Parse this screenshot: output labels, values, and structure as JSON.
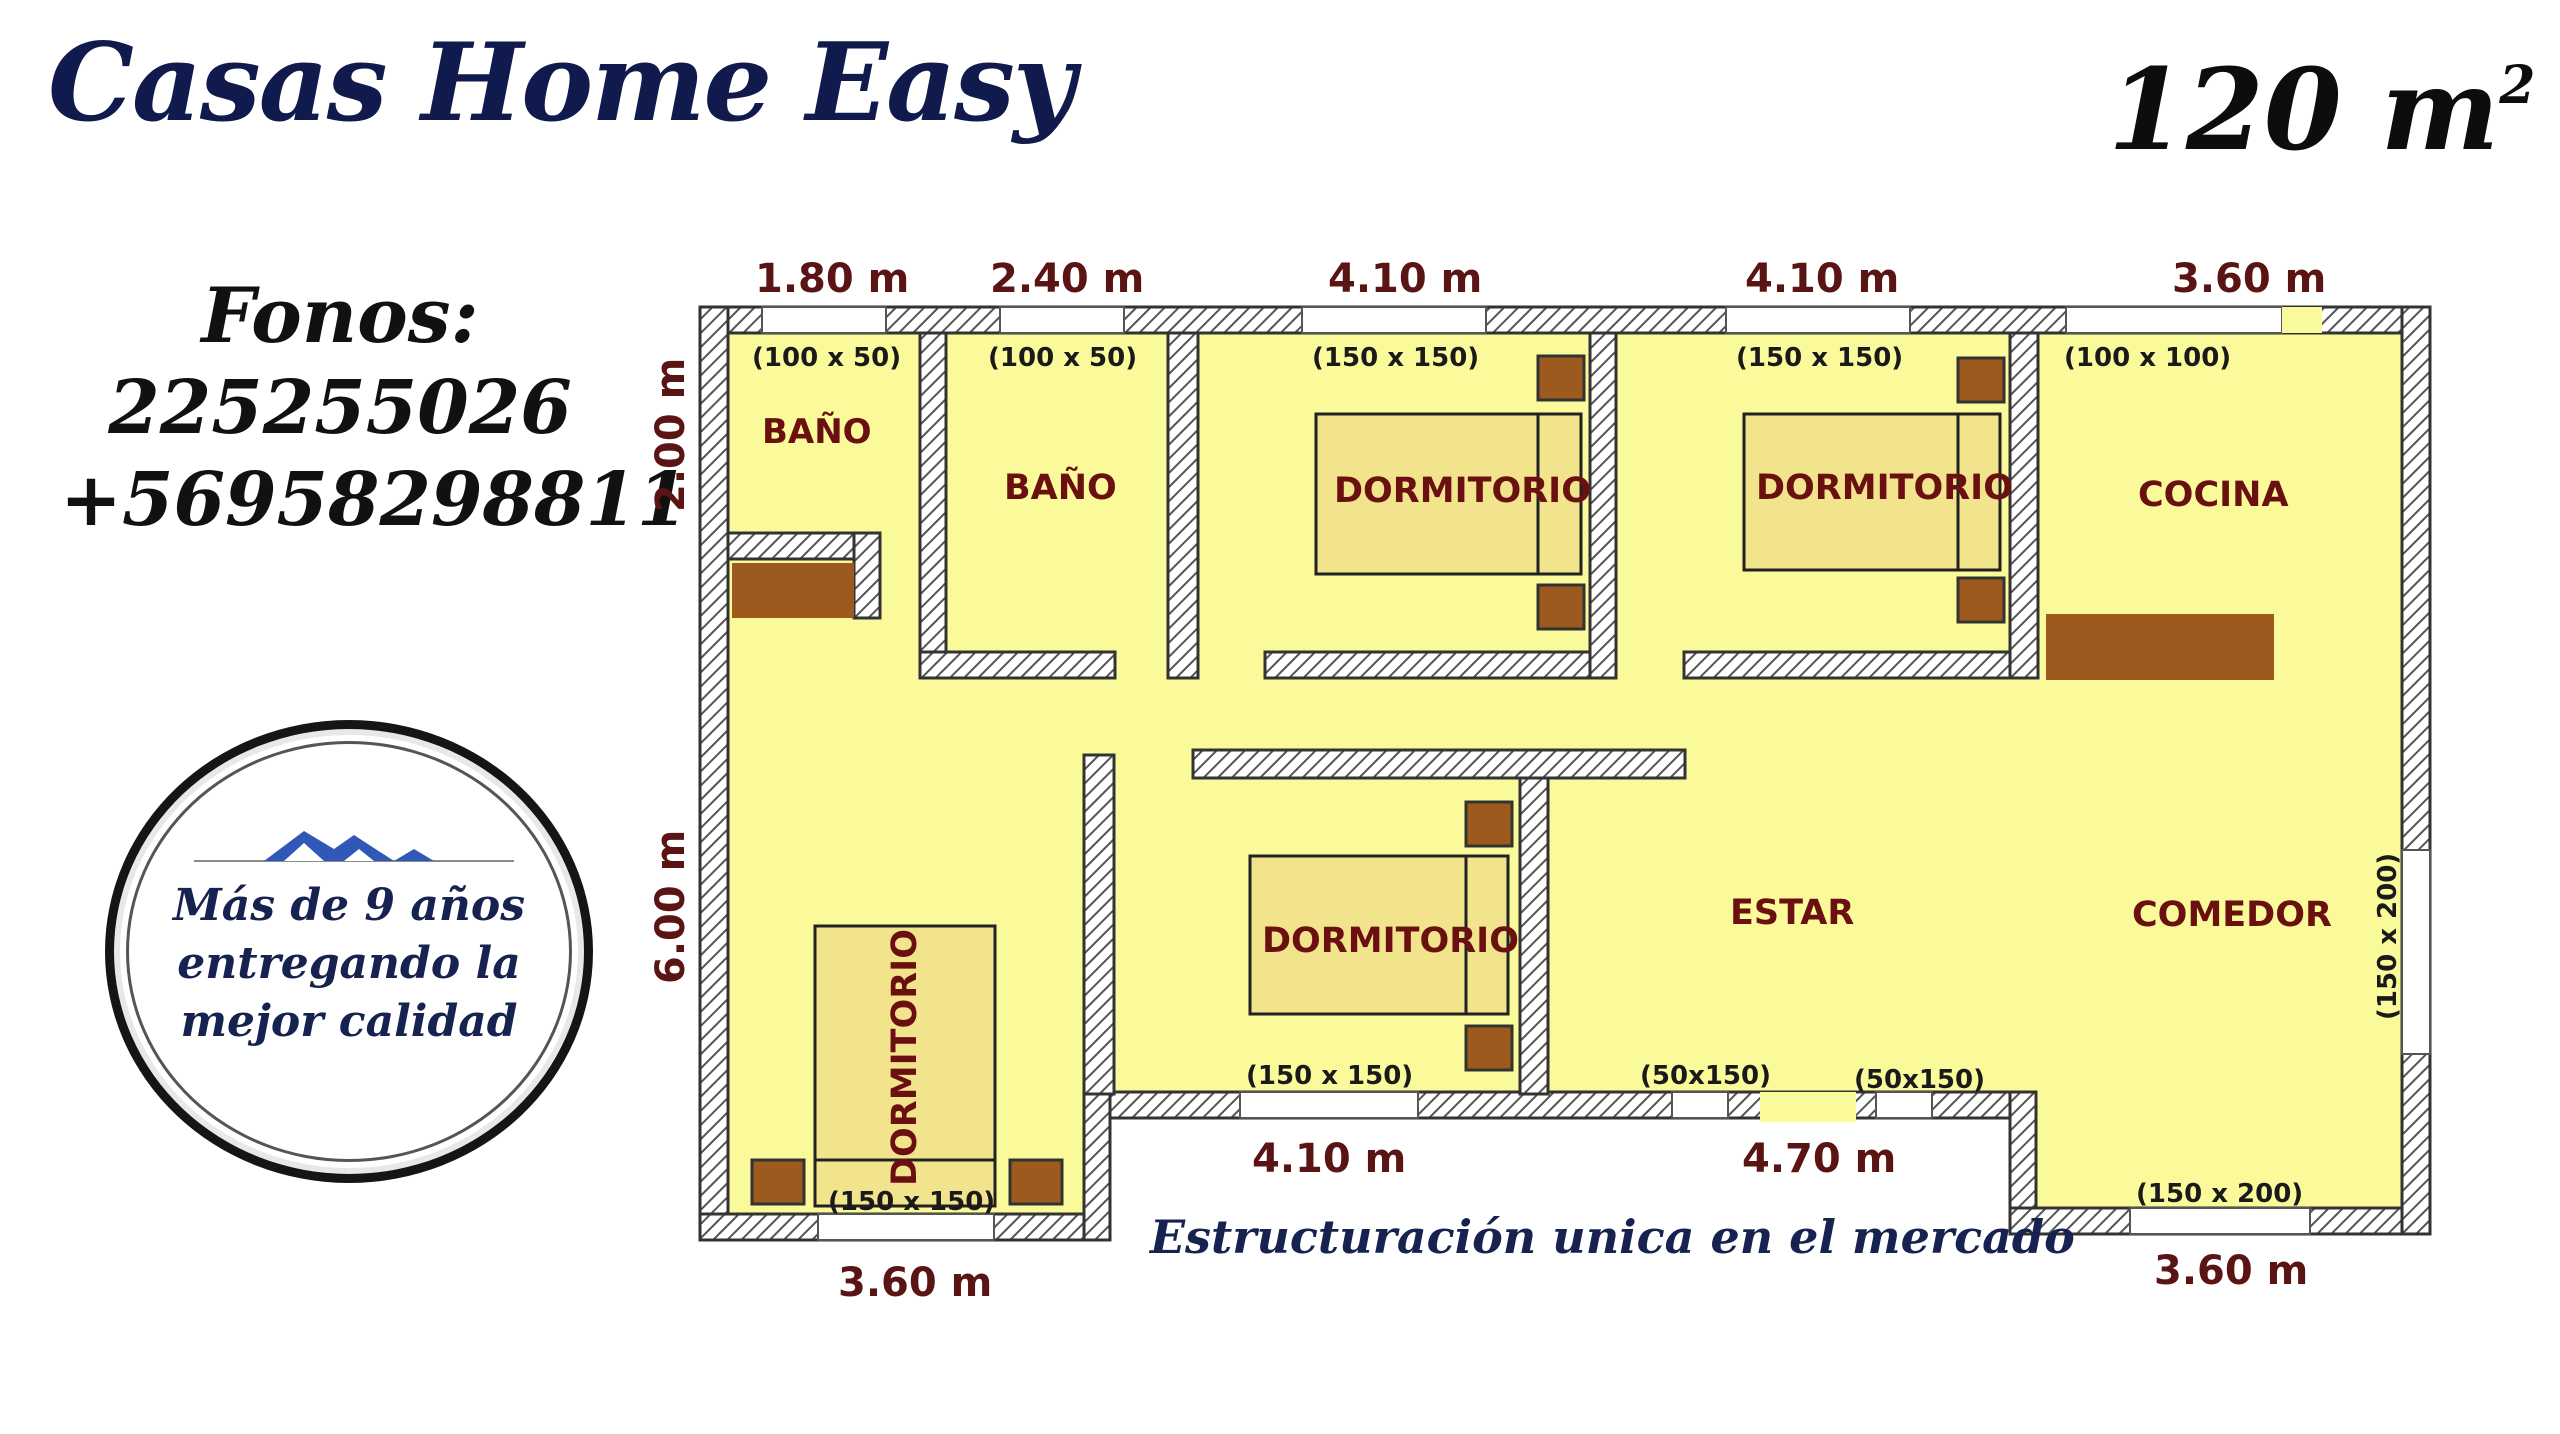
{
  "brand": {
    "title": "Casas Home Easy"
  },
  "area": {
    "value": "120 m",
    "unit_sup": "2"
  },
  "contact": {
    "label": "Fonos:",
    "phone_1": "225255026",
    "phone_2": "+56958298811"
  },
  "badge": {
    "line_1": "Más de 9 años",
    "line_2": "entregando la",
    "line_3": "mejor calidad"
  },
  "tagline": "Estructuración unica en el mercado",
  "floor_plan": {
    "colors": {
      "floor": "#fafa9a",
      "wall_hatch": "#555555",
      "bed": "#f2e48c",
      "furniture": "#9c5a1e"
    },
    "dimensions": {
      "top_1": "1.80 m",
      "top_2": "2.40 m",
      "top_3": "4.10 m",
      "top_4": "4.10 m",
      "top_5": "3.60 m",
      "left_top": "2.00 m",
      "left_bottom": "6.00 m",
      "bottom_1": "3.60 m",
      "bottom_2": "4.10 m",
      "bottom_3": "4.70 m",
      "bottom_4": "3.60 m"
    },
    "openings": {
      "w_bano_1": "(100 x 50)",
      "w_bano_2": "(100 x 50)",
      "w_dorm_1": "(150 x 150)",
      "w_dorm_2": "(150 x 150)",
      "w_cocina": "(100 x 100)",
      "w_dorm_3": "(150 x 150)",
      "w_dorm_4": "(150 x 150)",
      "w_estar_1": "(50x150)",
      "w_estar_2": "(50x150)",
      "w_comedor_bottom": "(150 x 200)",
      "w_comedor_side": "(150 x 200)"
    },
    "rooms": {
      "bano_1": "BAÑO",
      "bano_2": "BAÑO",
      "dormitorio_1": "DORMITORIO",
      "dormitorio_2": "DORMITORIO",
      "cocina": "COCINA",
      "dormitorio_3": "DORMITORIO",
      "estar": "ESTAR",
      "comedor": "COMEDOR",
      "dormitorio_4": "DORMITORIO"
    }
  }
}
